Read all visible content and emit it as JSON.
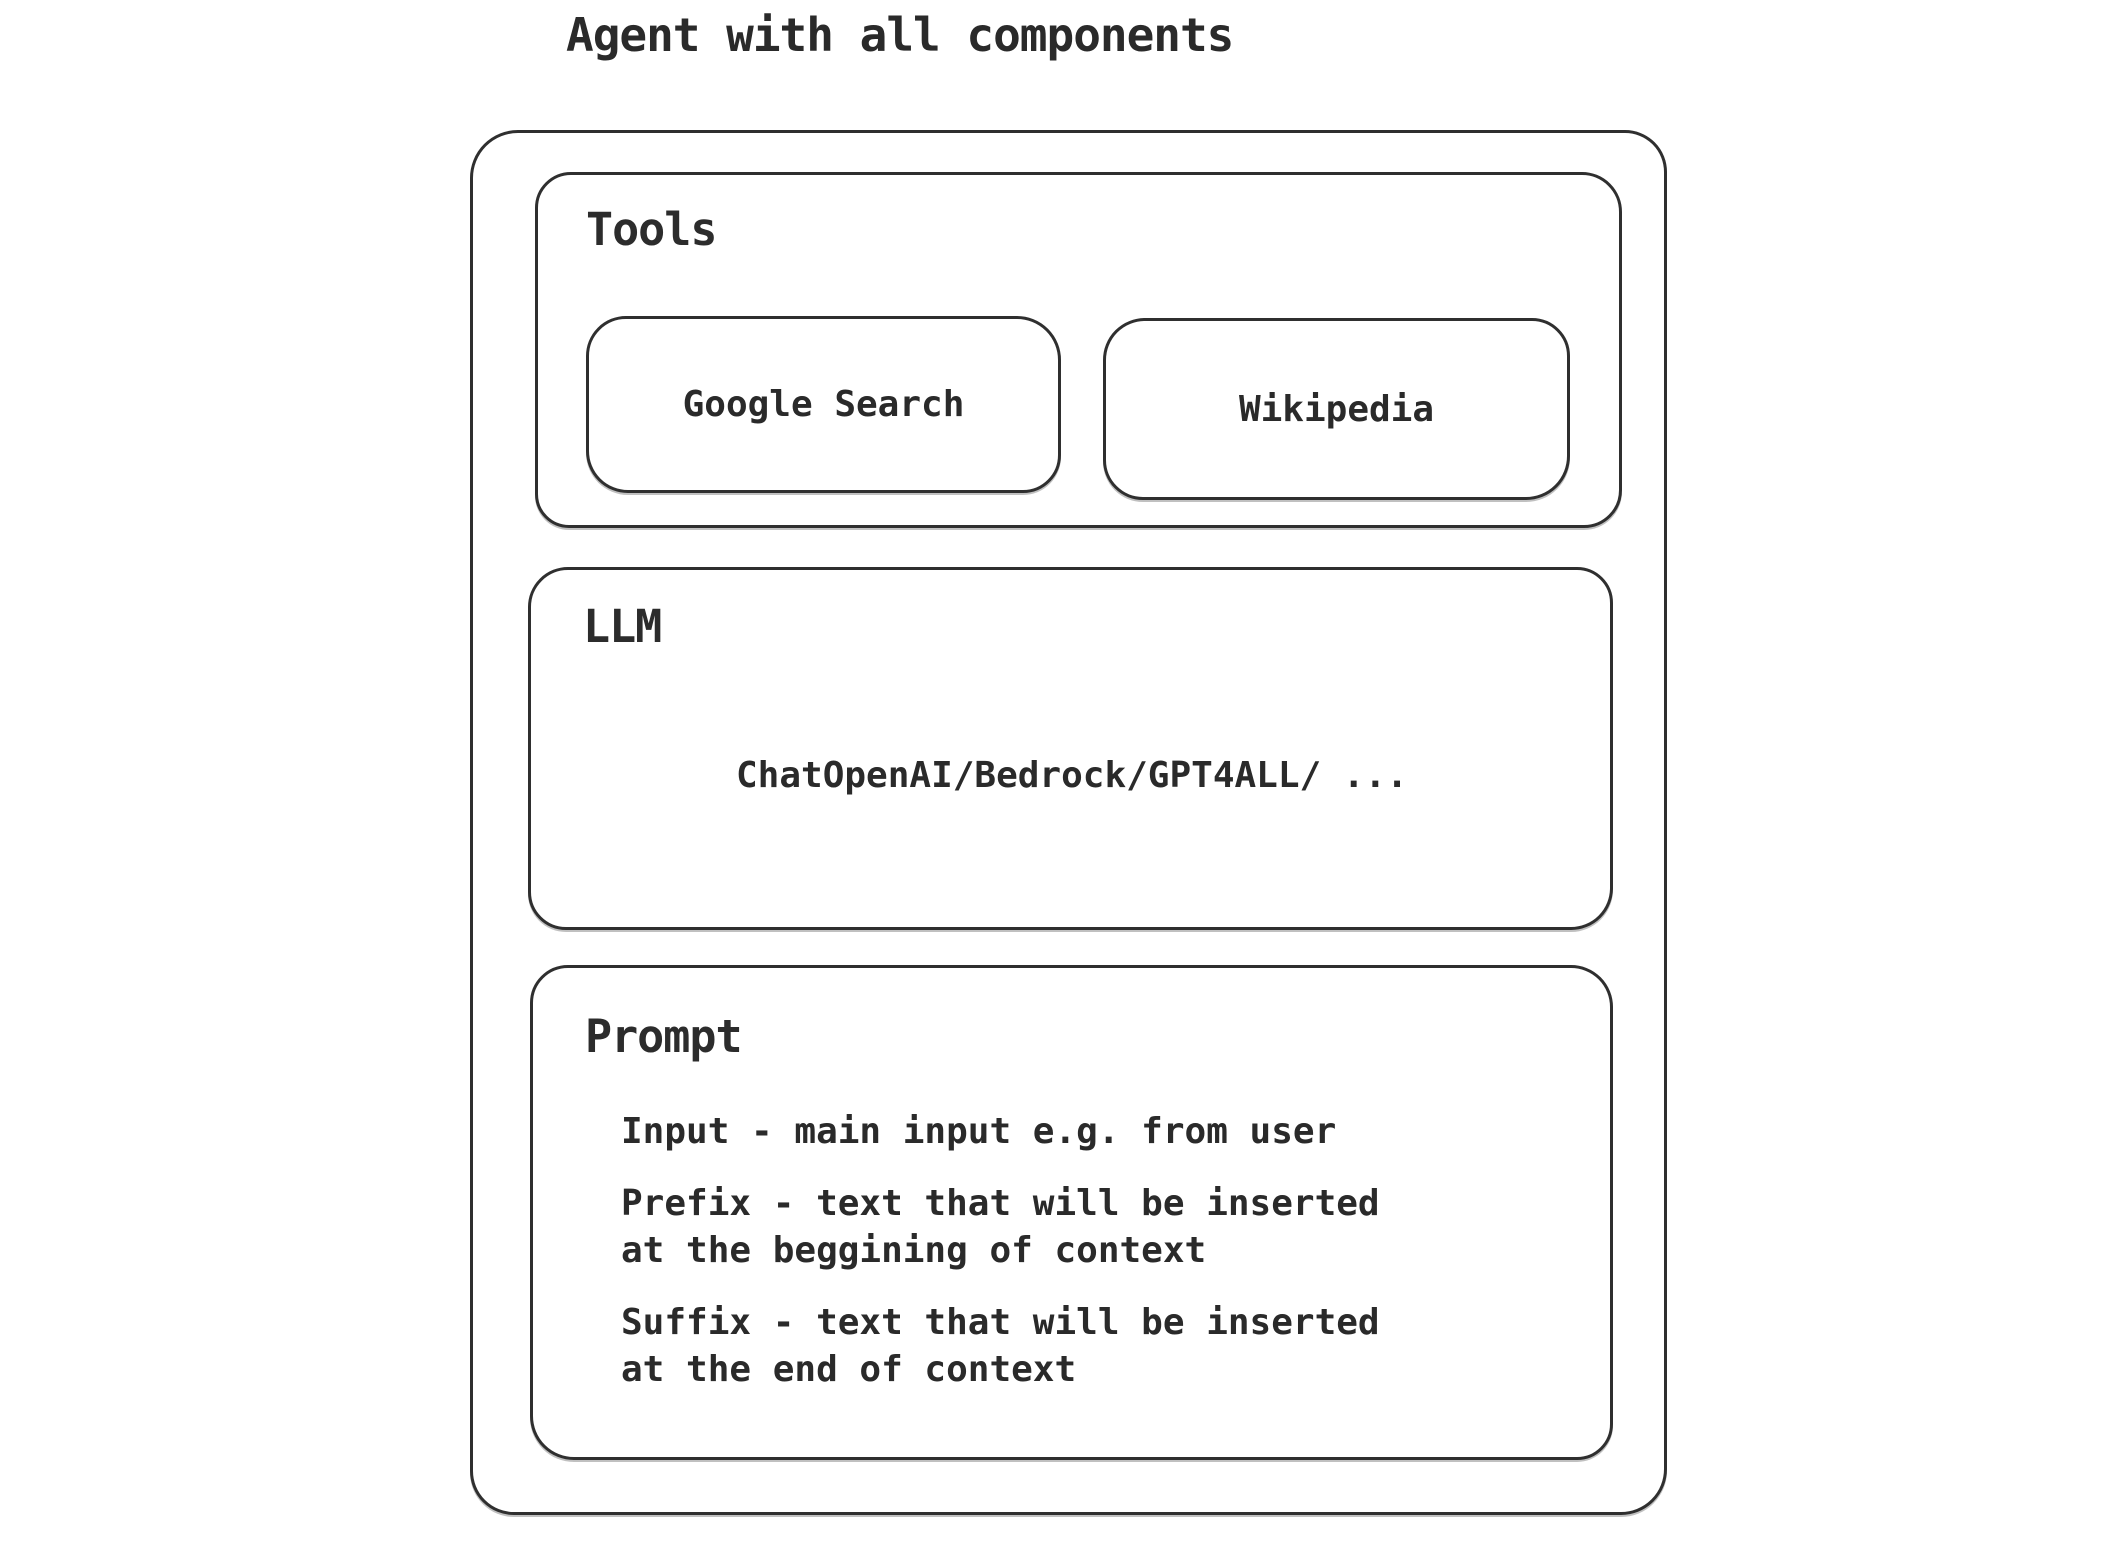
{
  "title": "Agent with all components",
  "colors": {
    "stroke": "#2f2f2f",
    "text": "#2a2a2a",
    "background": "#ffffff"
  },
  "diagram": {
    "tools": {
      "label": "Tools",
      "items": [
        {
          "label": "Google Search"
        },
        {
          "label": "Wikipedia"
        }
      ]
    },
    "llm": {
      "label": "LLM",
      "value": "ChatOpenAI/Bedrock/GPT4ALL/ ..."
    },
    "prompt": {
      "label": "Prompt",
      "entries": [
        {
          "lines": [
            "Input - main input e.g. from user"
          ]
        },
        {
          "lines": [
            "Prefix - text that will be inserted",
            "at the beggining of context"
          ]
        },
        {
          "lines": [
            "Suffix - text that will be inserted",
            "at the end of context"
          ]
        }
      ]
    }
  }
}
